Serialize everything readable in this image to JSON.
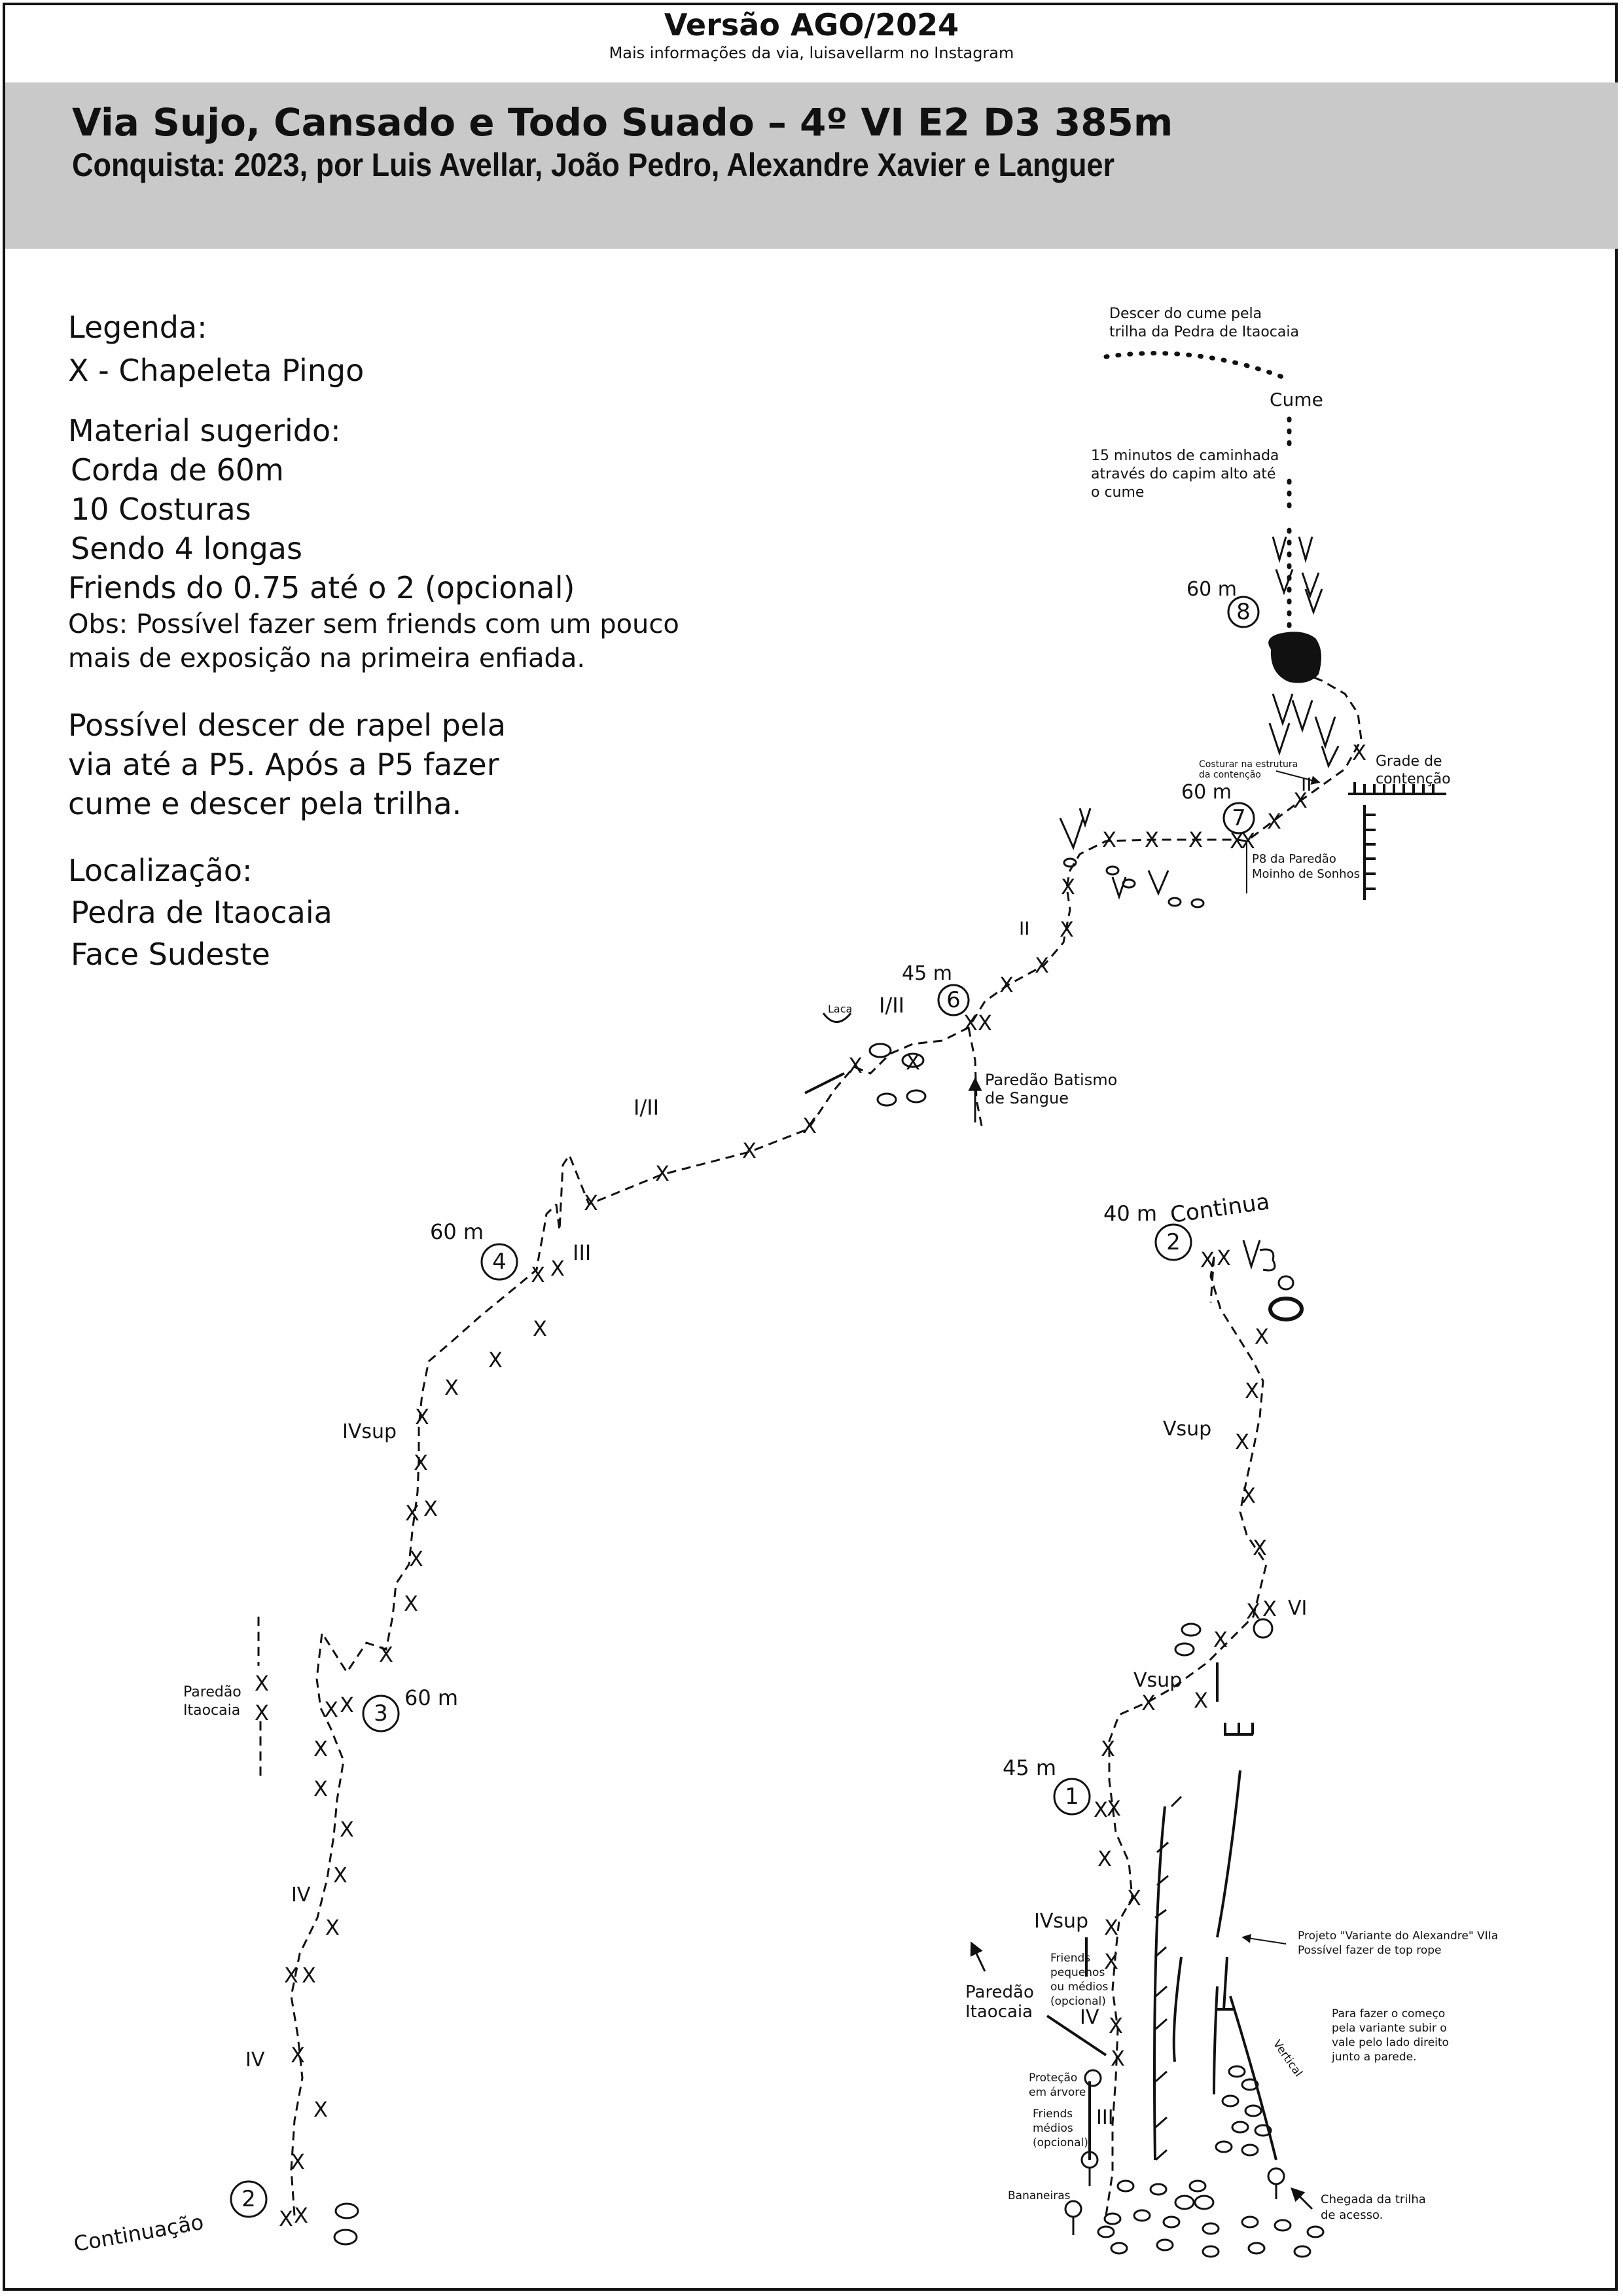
{
  "header": {
    "version": "Versão AGO/2024",
    "info": "Mais informações da via, luisavellarm no Instagram"
  },
  "title_band": {
    "route_name": "Via Sujo, Cansado e Todo Suado – 4º VI E2 D3 385m",
    "first_ascent": "Conquista: 2023, por Luis Avellar, João Pedro, Alexandre Xavier e Languer"
  },
  "legend": {
    "title": "Legenda:",
    "bolt_key": "X - Chapeleta Pingo"
  },
  "material": {
    "title": "Material sugerido:",
    "items": [
      "Corda de 60m",
      "10 Costuras",
      "Sendo 4 longas",
      "Friends do 0.75 até o 2 (opcional)"
    ],
    "obs_line1": "Obs: Possível fazer sem friends com um pouco",
    "obs_line2": "mais de exposição na primeira enfiada."
  },
  "rappel": {
    "line1": "Possível descer de rapel pela",
    "line2": "via até a P5. Após a P5 fazer",
    "line3": "cume e descer pela trilha."
  },
  "location": {
    "title": "Localização:",
    "line1": "Pedra de Itaocaia",
    "line2": "Face Sudeste"
  },
  "topo": {
    "bolt_mark": "X",
    "pitches": {
      "p1": "1",
      "p2": "2",
      "p3": "3",
      "p4": "4",
      "p6": "6",
      "p7": "7",
      "p8": "8",
      "p2_left": "2"
    },
    "lengths": {
      "p8": "60 m",
      "p7": "60 m",
      "p6": "45 m",
      "p4": "60 m",
      "p3": "60 m",
      "p2": "40 m",
      "p1": "45 m"
    },
    "grades": {
      "g_ii_upper": "II",
      "g_ii_mid": "II",
      "g_i_ii_a": "I/II",
      "g_i_ii_b": "I/II",
      "g_iii": "III",
      "g_ivsup_left": "IVsup",
      "g_iv_a": "IV",
      "g_iv_b": "IV",
      "g_vsup_r": "Vsup",
      "g_vi": "VI",
      "g_vsup_low": "Vsup",
      "g_ivsup_r": "IVsup",
      "g_iv_r": "IV",
      "g_iii_r": "III"
    },
    "notes": {
      "descent1": "Descer do cume pela",
      "descent2": "trilha da Pedra de Itaocaia",
      "cume": "Cume",
      "walk1": "15 minutos de caminhada",
      "walk2": "através do capim alto até",
      "walk3": "o cume",
      "costurar1": "Costurar na estrutura",
      "costurar2": "da contenção",
      "grade1": "Grade de",
      "grade2": "contenção",
      "p8_1": "P8 da Paredão",
      "p8_2": "Moinho de Sonhos",
      "laca": "Laca",
      "batismo1": "Paredão  Batismo",
      "batismo2": "de Sangue",
      "continua": "Continua",
      "continuacao": "Continuação",
      "itaocaia_l1": "Paredão",
      "itaocaia_l2": "Itaocaia",
      "itaocaia_r1": "Paredão",
      "itaocaia_r2": "Itaocaia",
      "projeto1": "Projeto \"Variante do Alexandre\" VIIa",
      "projeto2": "Possível fazer de top rope",
      "friends_p1": "Friends",
      "friends_p2": "pequenos",
      "friends_p3": "ou médios",
      "friends_p4": "(opcional)",
      "variante1": "Para  fazer  o  começo",
      "variante2": "pela  variante  subir  o",
      "variante3": "vale  pelo  lado  direito",
      "variante4": "junto a parede.",
      "vertical": "Vertical",
      "arvore1": "Proteção",
      "arvore2": "em árvore",
      "friends_m1": "Friends",
      "friends_m2": "médios",
      "friends_m3": "(opcional)",
      "bananeiras": "Bananeiras",
      "chegada1": "Chegada da trilha",
      "chegada2": "de acesso."
    }
  }
}
